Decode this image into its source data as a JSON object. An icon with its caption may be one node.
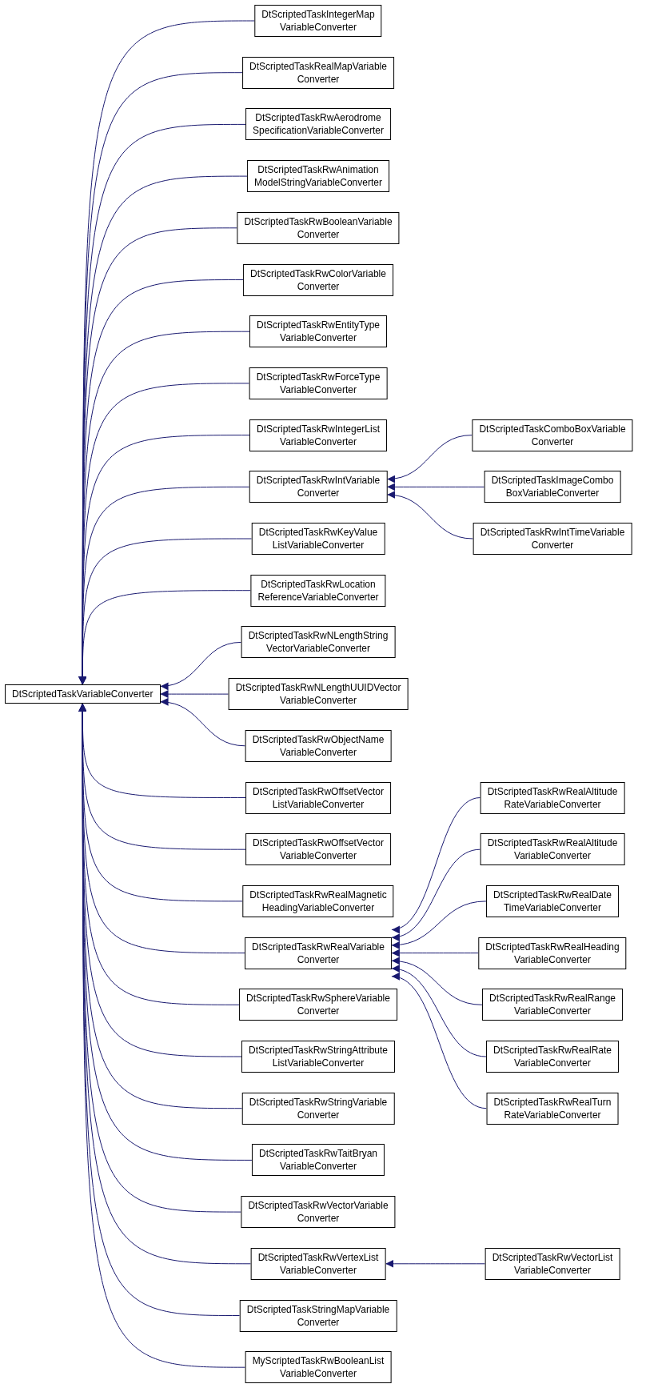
{
  "diagram": {
    "nodes": [
      {
        "text": [
          "DtScriptedTaskVariableConverter"
        ]
      },
      {
        "text": [
          "DtScriptedTaskIntegerMap VariableConverter"
        ]
      },
      {
        "text": [
          "DtScriptedTaskRealMapVariable Converter"
        ]
      },
      {
        "text": [
          "DtScriptedTaskRwAerodrome SpecificationVariableConverter"
        ]
      },
      {
        "text": [
          "DtScriptedTaskRwAnimation ModelStringVariableConverter"
        ]
      },
      {
        "text": [
          "DtScriptedTaskRwBooleanVariable Converter"
        ]
      },
      {
        "text": [
          "DtScriptedTaskRwColorVariable Converter"
        ]
      },
      {
        "text": [
          "DtScriptedTaskRwEntityType VariableConverter"
        ]
      },
      {
        "text": [
          "DtScriptedTaskRwForceType VariableConverter"
        ]
      },
      {
        "text": [
          "DtScriptedTaskRwIntegerList VariableConverter"
        ]
      },
      {
        "text": [
          "DtScriptedTaskRwIntVariable Converter"
        ]
      },
      {
        "text": [
          "DtScriptedTaskComboBoxVariable Converter"
        ]
      },
      {
        "text": [
          "DtScriptedTaskImageCombo BoxVariableConverter"
        ]
      },
      {
        "text": [
          "DtScriptedTaskRwIntTimeVariable Converter"
        ]
      },
      {
        "text": [
          "DtScriptedTaskRwKeyValue ListVariableConverter"
        ]
      },
      {
        "text": [
          "DtScriptedTaskRwLocation ReferenceVariableConverter"
        ]
      },
      {
        "text": [
          "DtScriptedTaskRwNLengthString VectorVariableConverter"
        ]
      },
      {
        "text": [
          "DtScriptedTaskRwNLengthUUIDVector VariableConverter"
        ]
      },
      {
        "text": [
          "DtScriptedTaskRwObjectName VariableConverter"
        ]
      },
      {
        "text": [
          "DtScriptedTaskRwOffsetVector ListVariableConverter"
        ]
      },
      {
        "text": [
          "DtScriptedTaskRwOffsetVector VariableConverter"
        ]
      },
      {
        "text": [
          "DtScriptedTaskRwRealMagnetic HeadingVariableConverter"
        ]
      },
      {
        "text": [
          "DtScriptedTaskRwRealVariable Converter"
        ]
      },
      {
        "text": [
          "DtScriptedTaskRwRealAltitude RateVariableConverter"
        ]
      },
      {
        "text": [
          "DtScriptedTaskRwRealAltitude VariableConverter"
        ]
      },
      {
        "text": [
          "DtScriptedTaskRwRealDate TimeVariableConverter"
        ]
      },
      {
        "text": [
          "DtScriptedTaskRwRealHeading VariableConverter"
        ]
      },
      {
        "text": [
          "DtScriptedTaskRwRealRange VariableConverter"
        ]
      },
      {
        "text": [
          "DtScriptedTaskRwRealRate VariableConverter"
        ]
      },
      {
        "text": [
          "DtScriptedTaskRwRealTurn RateVariableConverter"
        ]
      },
      {
        "text": [
          "DtScriptedTaskRwSphereVariable Converter"
        ]
      },
      {
        "text": [
          "DtScriptedTaskRwStringAttribute ListVariableConverter"
        ]
      },
      {
        "text": [
          "DtScriptedTaskRwStringVariable Converter"
        ]
      },
      {
        "text": [
          "DtScriptedTaskRwTaitBryan VariableConverter"
        ]
      },
      {
        "text": [
          "DtScriptedTaskRwVectorVariable Converter"
        ]
      },
      {
        "text": [
          "DtScriptedTaskRwVertexList VariableConverter"
        ]
      },
      {
        "text": [
          "DtScriptedTaskRwVectorList VariableConverter"
        ]
      },
      {
        "text": [
          "DtScriptedTaskStringMapVariable Converter"
        ]
      },
      {
        "text": [
          "MyScriptedTaskRwBooleanList VariableConverter"
        ]
      }
    ],
    "edges": [
      {
        "from": 1,
        "to": 0,
        "arrow": "to"
      },
      {
        "from": 2,
        "to": 0,
        "arrow": "to"
      },
      {
        "from": 3,
        "to": 0,
        "arrow": "to"
      },
      {
        "from": 4,
        "to": 0,
        "arrow": "to"
      },
      {
        "from": 5,
        "to": 0,
        "arrow": "to"
      },
      {
        "from": 6,
        "to": 0,
        "arrow": "to"
      },
      {
        "from": 7,
        "to": 0,
        "arrow": "to"
      },
      {
        "from": 8,
        "to": 0,
        "arrow": "to"
      },
      {
        "from": 9,
        "to": 0,
        "arrow": "to"
      },
      {
        "from": 10,
        "to": 0,
        "arrow": "to"
      },
      {
        "from": 11,
        "to": 10,
        "arrow": "to"
      },
      {
        "from": 12,
        "to": 10,
        "arrow": "to"
      },
      {
        "from": 13,
        "to": 10,
        "arrow": "to"
      },
      {
        "from": 14,
        "to": 0,
        "arrow": "to"
      },
      {
        "from": 15,
        "to": 0,
        "arrow": "to"
      },
      {
        "from": 16,
        "to": 0,
        "arrow": "to"
      },
      {
        "from": 17,
        "to": 0,
        "arrow": "to"
      },
      {
        "from": 18,
        "to": 0,
        "arrow": "to"
      },
      {
        "from": 19,
        "to": 0,
        "arrow": "to"
      },
      {
        "from": 20,
        "to": 0,
        "arrow": "to"
      },
      {
        "from": 21,
        "to": 0,
        "arrow": "to"
      },
      {
        "from": 22,
        "to": 0,
        "arrow": "to"
      },
      {
        "from": 23,
        "to": 22,
        "arrow": "to"
      },
      {
        "from": 24,
        "to": 22,
        "arrow": "to"
      },
      {
        "from": 25,
        "to": 22,
        "arrow": "to"
      },
      {
        "from": 26,
        "to": 22,
        "arrow": "to"
      },
      {
        "from": 27,
        "to": 22,
        "arrow": "to"
      },
      {
        "from": 28,
        "to": 22,
        "arrow": "to"
      },
      {
        "from": 29,
        "to": 22,
        "arrow": "to"
      },
      {
        "from": 30,
        "to": 0,
        "arrow": "to"
      },
      {
        "from": 31,
        "to": 0,
        "arrow": "to"
      },
      {
        "from": 32,
        "to": 0,
        "arrow": "to"
      },
      {
        "from": 33,
        "to": 0,
        "arrow": "to"
      },
      {
        "from": 34,
        "to": 0,
        "arrow": "to"
      },
      {
        "from": 35,
        "to": 0,
        "arrow": "to"
      },
      {
        "from": 36,
        "to": 35,
        "arrow": "to"
      },
      {
        "from": 37,
        "to": 0,
        "arrow": "to"
      },
      {
        "from": 38,
        "to": 0,
        "arrow": "to"
      }
    ]
  }
}
